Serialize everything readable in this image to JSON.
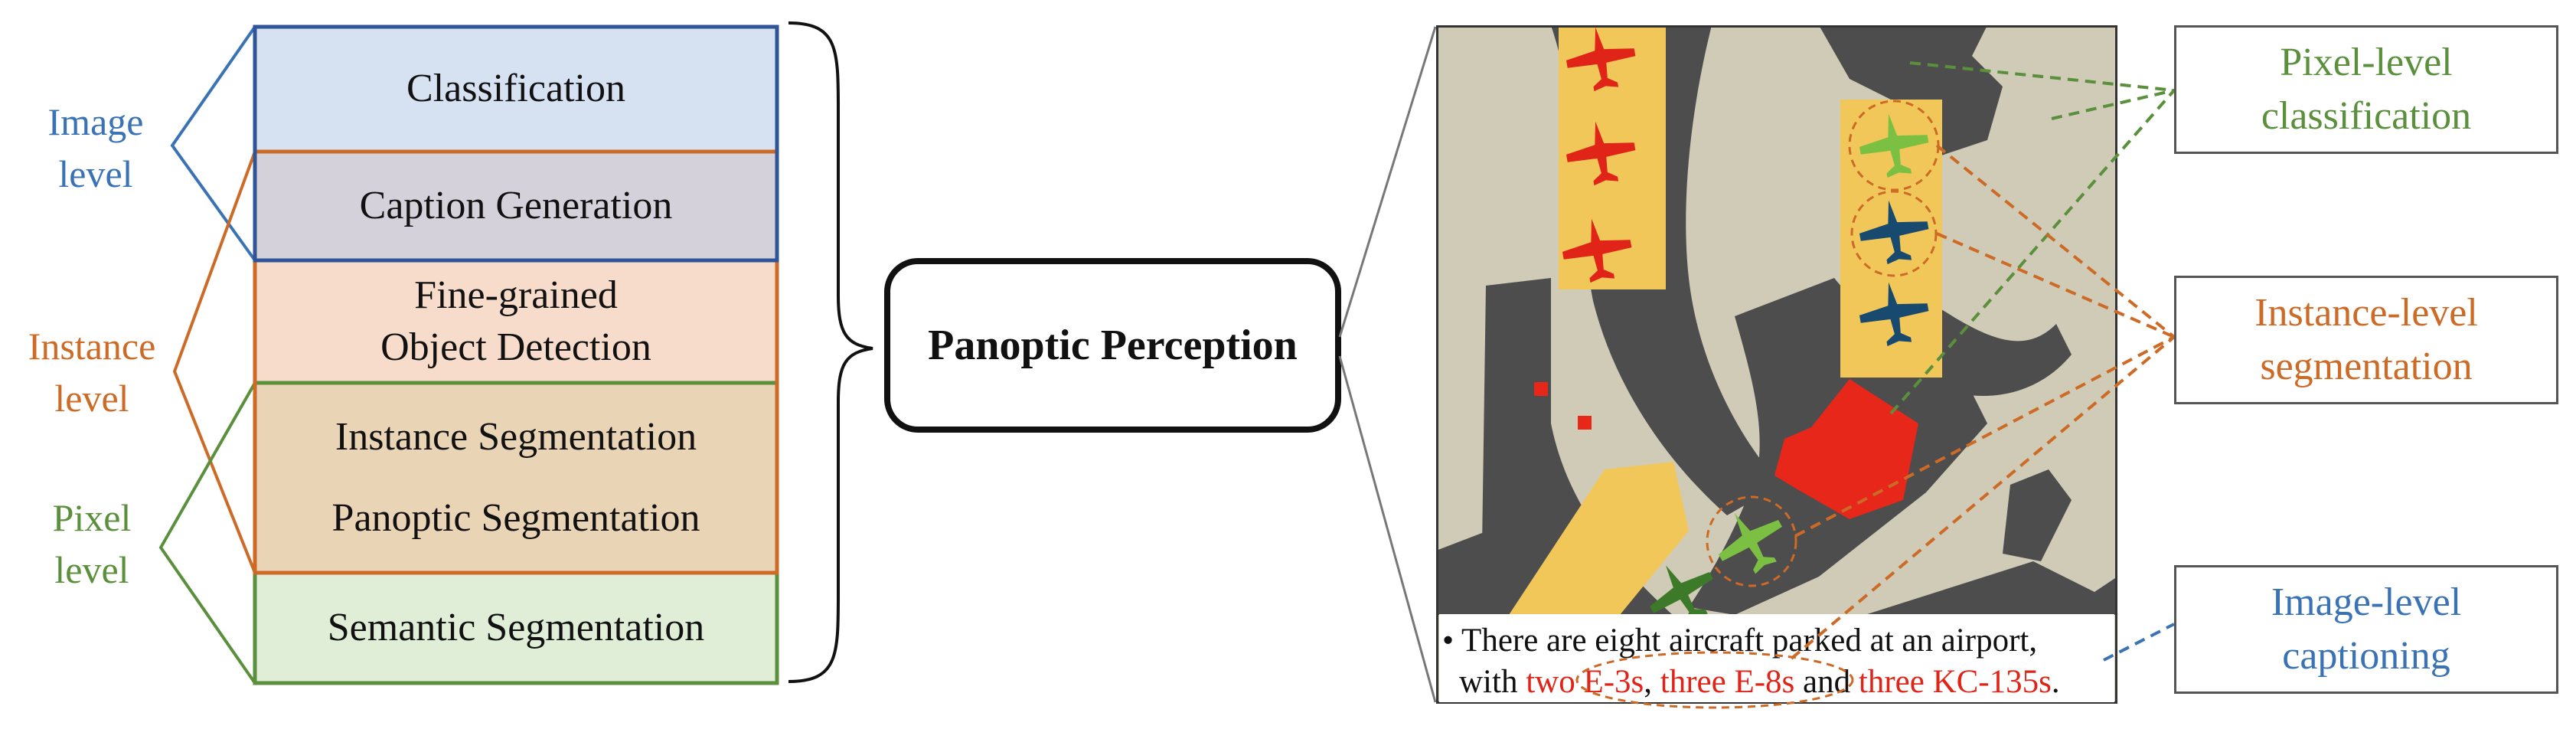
{
  "levels": {
    "image": {
      "line1": "Image",
      "line2": "level",
      "color": "#3a72b6"
    },
    "instance": {
      "line1": "Instance",
      "line2": "level",
      "color": "#cc6a26"
    },
    "pixel": {
      "line1": "Pixel",
      "line2": "level",
      "color": "#5a8f3c"
    }
  },
  "tasks": {
    "classification": {
      "label": "Classification",
      "fill": "#d6e1f2",
      "border": "#2f5597"
    },
    "caption_generation": {
      "label": "Caption Generation",
      "fill": "#d5d1db",
      "border": "#2f5597"
    },
    "fine_grained_detection": {
      "line1": "Fine-grained",
      "line2": "Object Detection",
      "fill": "#f8dccb",
      "border": "#cc6a26"
    },
    "instance_segmentation": {
      "label": "Instance Segmentation",
      "fill": "#ead4b6",
      "border": "#cc6a26"
    },
    "panoptic_segmentation": {
      "label": "Panoptic Segmentation",
      "fill": "#ead4b6",
      "border": "#cc6a26"
    },
    "semantic_segmentation": {
      "label": "Semantic Segmentation",
      "fill": "#e0eed8",
      "border": "#5a8f3c"
    }
  },
  "center": {
    "title": "Panoptic Perception"
  },
  "scene_caption": {
    "bullet": "•",
    "line1": "There are eight aircraft parked at an airport,",
    "prefix": "with ",
    "highlight1": "two E-3s",
    "sep1": ", ",
    "highlight2": "three E-8s",
    "sep2": " and ",
    "highlight3": "three KC-135s",
    "suffix": "."
  },
  "callouts": {
    "pixel": {
      "line1": "Pixel-level",
      "line2": "classification",
      "color": "#5a8f3c"
    },
    "instance": {
      "line1": "Instance-level",
      "line2": "segmentation",
      "color": "#cc6a26"
    },
    "image": {
      "line1": "Image-level",
      "line2": "captioning",
      "color": "#3a72b6"
    }
  },
  "scene_colors": {
    "ground": "#cfcbb6",
    "tarmac": "#4d4d4d",
    "apron": "#f1c75a",
    "building": "#e8271b",
    "aircraft_red": "#e02418",
    "aircraft_green": "#7cc043",
    "aircraft_dark_green": "#3c7a2a",
    "aircraft_navy": "#174a6e"
  }
}
